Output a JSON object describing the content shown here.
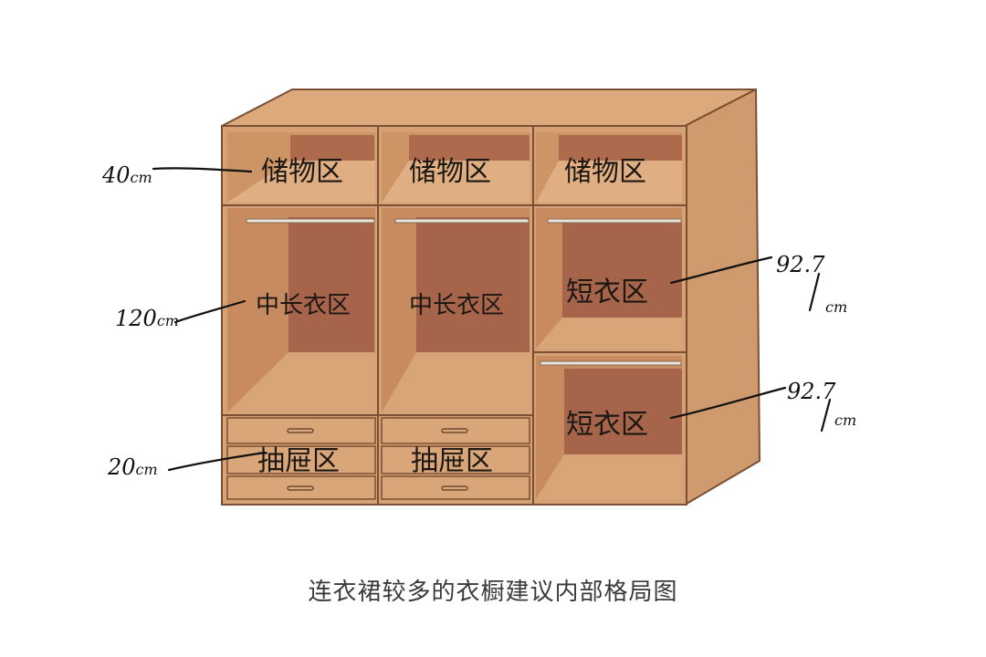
{
  "zones": {
    "storage_left": "储物区",
    "storage_mid": "储物区",
    "storage_right": "储物区",
    "medium_long_left": "中长衣区",
    "medium_long_mid": "中长衣区",
    "short_upper": "短衣区",
    "short_lower": "短衣区",
    "drawer_left": "抽屉区",
    "drawer_mid": "抽屉区"
  },
  "dimensions": {
    "storage": {
      "value": "40",
      "unit": "cm"
    },
    "medium_long": {
      "value": "120",
      "unit": "cm"
    },
    "drawer": {
      "value": "20",
      "unit": "cm"
    },
    "short_upper": {
      "value": "92.7",
      "unit": "cm"
    },
    "short_lower": {
      "value": "92.7",
      "unit": "cm"
    }
  },
  "caption": "连衣裙较多的衣橱建议内部格局图",
  "colors": {
    "wood_light": "#d9a679",
    "wood_mid": "#c98f62",
    "wood_back": "#a8654a",
    "wood_edge": "#7a4f33",
    "rail": "#e8e4dc"
  }
}
